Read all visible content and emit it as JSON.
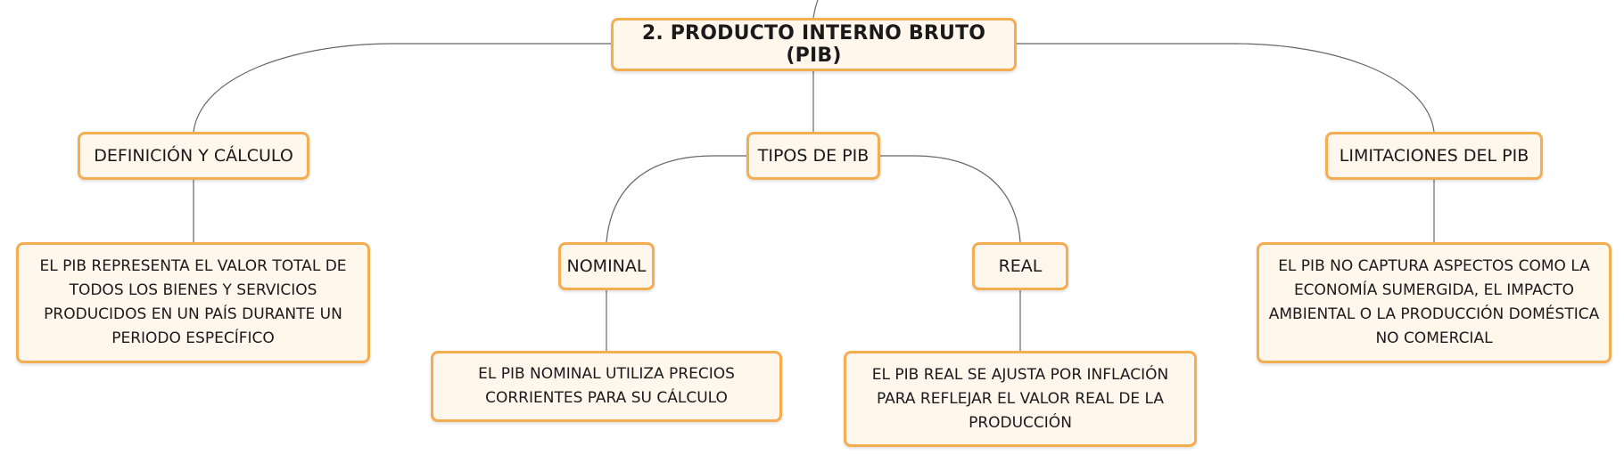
{
  "colors": {
    "node_fill": "#fff6ec",
    "node_border": "#f5ad52",
    "connector": "#666666",
    "text": "#1a1a1a"
  },
  "diagram": {
    "root": "2. PRODUCTO INTERNO BRUTO (PIB)",
    "branches": {
      "definicion": "DEFINICIÓN Y CÁLCULO",
      "tipos": "TIPOS DE PIB",
      "limitaciones": "LIMITACIONES DEL PIB"
    },
    "subtypes": {
      "nominal": "NOMINAL",
      "real": "REAL"
    },
    "details": {
      "definicion": "EL PIB REPRESENTA EL VALOR TOTAL DE TODOS LOS BIENES Y SERVICIOS PRODUCIDOS EN UN PAÍS DURANTE UN PERIODO ESPECÍFICO",
      "nominal": "EL PIB NOMINAL UTILIZA PRECIOS CORRIENTES PARA SU CÁLCULO",
      "real": "EL PIB REAL SE AJUSTA POR INFLACIÓN PARA REFLEJAR EL VALOR REAL DE LA PRODUCCIÓN",
      "limitaciones": "EL PIB NO CAPTURA ASPECTOS COMO LA ECONOMÍA SUMERGIDA, EL IMPACTO AMBIENTAL O LA PRODUCCIÓN DOMÉSTICA NO COMERCIAL"
    }
  }
}
